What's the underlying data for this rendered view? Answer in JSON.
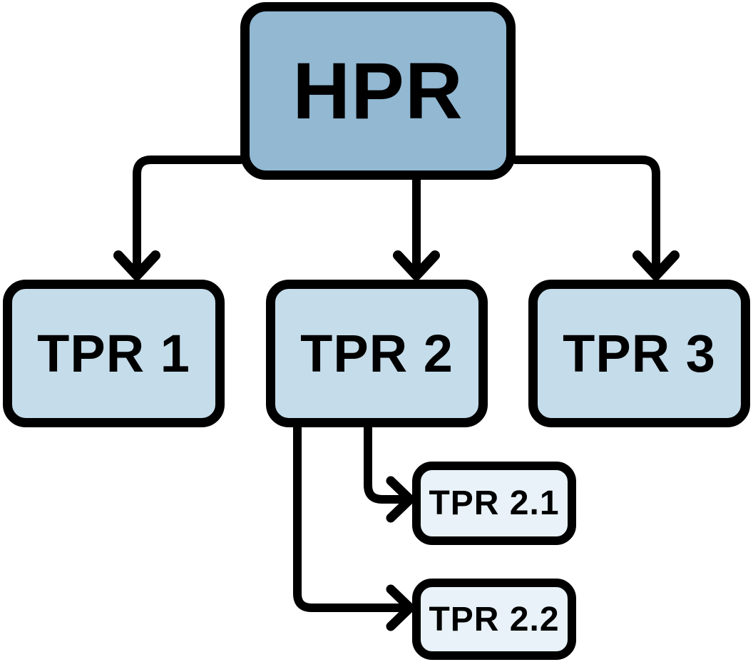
{
  "diagram": {
    "type": "hierarchy-flowchart",
    "background": "#FFFFFF",
    "stroke_color": "#000000",
    "nodes": [
      {
        "id": "hpr",
        "label": "HPR",
        "level": 0,
        "fill": "#92B8D2"
      },
      {
        "id": "tpr1",
        "label": "TPR 1",
        "level": 1,
        "fill": "#C5DCEA"
      },
      {
        "id": "tpr2",
        "label": "TPR 2",
        "level": 1,
        "fill": "#C5DCEA"
      },
      {
        "id": "tpr3",
        "label": "TPR 3",
        "level": 1,
        "fill": "#C5DCEA"
      },
      {
        "id": "tpr2_1",
        "label": "TPR 2.1",
        "level": 2,
        "fill": "#E8F2F8"
      },
      {
        "id": "tpr2_2",
        "label": "TPR 2.2",
        "level": 2,
        "fill": "#E8F2F8"
      }
    ],
    "edges": [
      {
        "from": "HPR",
        "to": "TPR 1"
      },
      {
        "from": "HPR",
        "to": "TPR 2"
      },
      {
        "from": "HPR",
        "to": "TPR 3"
      },
      {
        "from": "TPR 2",
        "to": "TPR 2.1"
      },
      {
        "from": "TPR 2",
        "to": "TPR 2.2"
      }
    ]
  }
}
